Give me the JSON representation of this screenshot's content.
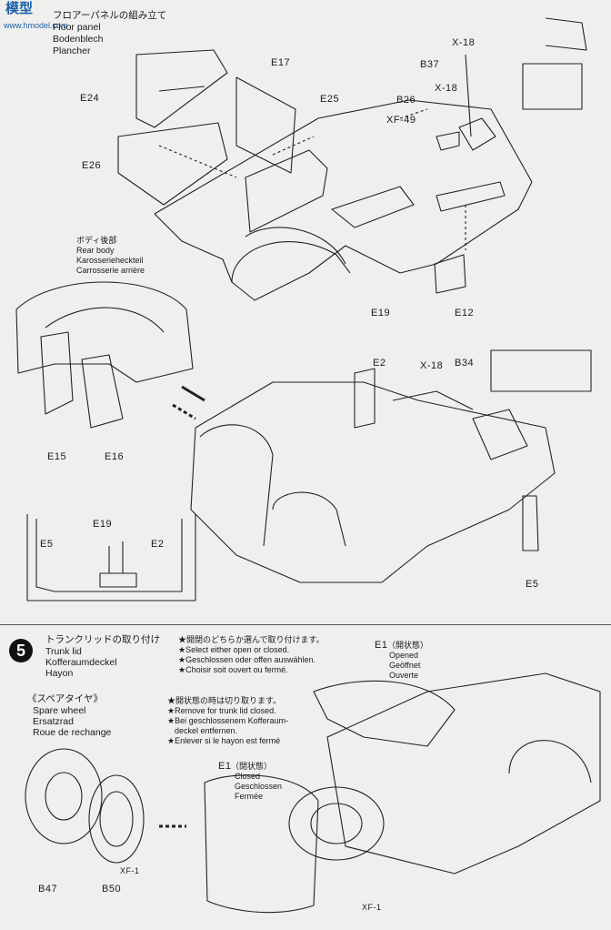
{
  "watermark": {
    "brand": "模型",
    "url": "www.hmodel.com"
  },
  "floor_panel": {
    "title_jp": "フロアーパネルの組み立て",
    "title_en": "Floor panel",
    "title_de": "Bodenblech",
    "title_fr": "Plancher"
  },
  "rear_body": {
    "title_jp": "ボディ後部",
    "title_en": "Rear body",
    "title_de": "Karosserieheckteil",
    "title_fr": "Carrosserie arrière"
  },
  "step5": {
    "number": "5",
    "title_jp": "トランクリッドの取り付け",
    "title_en": "Trunk lid",
    "title_de": "Kofferaumdeckel",
    "title_fr": "Hayon",
    "note1": [
      "★開閉のどちらか選んで取り付けます。",
      "★Select either open or closed.",
      "★Geschlossen oder offen auswählen.",
      "★Choisir soit ouvert ou fermé."
    ],
    "note2": [
      "★開状態の時は切り取ります。",
      "★Remove for trunk lid closed.",
      "★Bei geschlossenem Kofferaum-",
      "deckel entfernen.",
      "★Enlever si le hayon est fermé"
    ],
    "spare": {
      "title_jp": "《スペアタイヤ》",
      "title_en": "Spare wheel",
      "title_de": "Ersatzrad",
      "title_fr": "Roue de rechange"
    },
    "open": {
      "part": "E1",
      "jp": "（開状態）",
      "en": "Opened",
      "de": "Geöffnet",
      "fr": "Ouverte"
    },
    "closed": {
      "part": "E1",
      "jp": "（閉状態）",
      "en": "Closed",
      "de": "Geschlossen",
      "fr": "Fermée"
    }
  },
  "parts": {
    "e17": "E17",
    "e24": "E24",
    "e25": "E25",
    "e26": "E26",
    "e19a": "E19",
    "e12": "E12",
    "b37": "B37",
    "b26": "B26",
    "x18a": "X-18",
    "x18b": "X-18",
    "xf49": "XF-49",
    "e2a": "E2",
    "x18c": "X-18",
    "b34": "B34",
    "e15": "E15",
    "e16": "E16",
    "e5a": "E5",
    "e19b": "E19",
    "e2b": "E2",
    "e5b": "E5",
    "b47": "B47",
    "b50": "B50",
    "xf1a": "XF-1",
    "xf1b": "XF-1"
  }
}
